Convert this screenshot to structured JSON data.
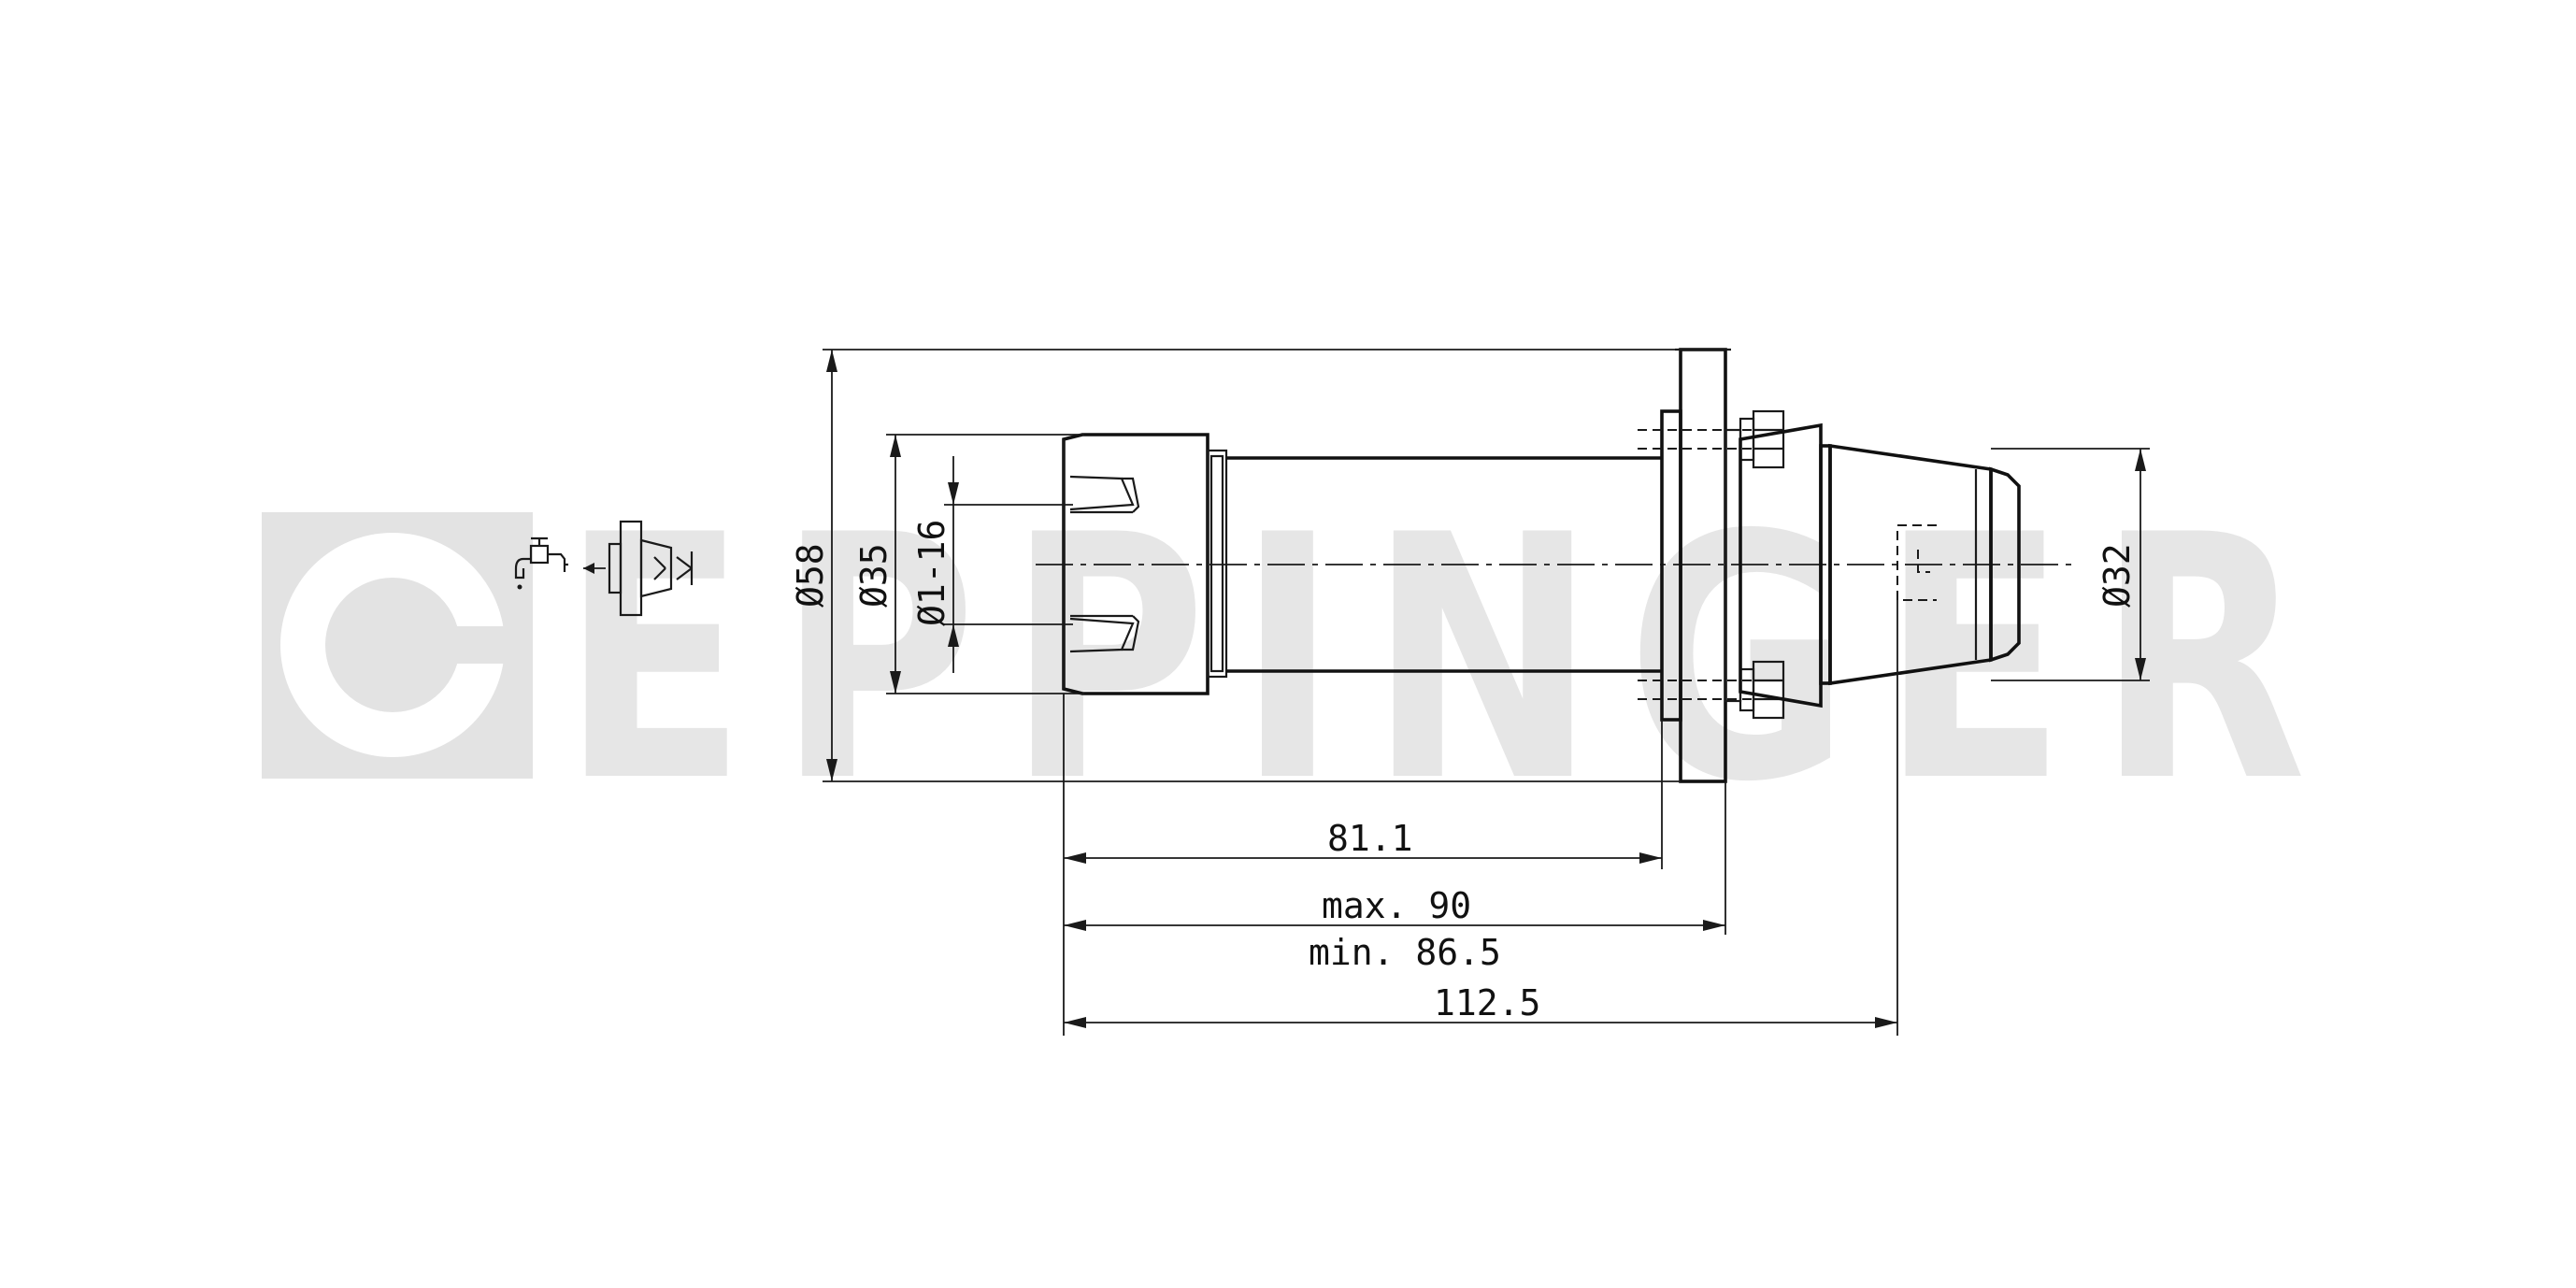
{
  "watermark": {
    "brand_text": "EPPINGER"
  },
  "dimensions": {
    "diameter_flange": "Ø58",
    "diameter_nut": "Ø35",
    "diameter_clamp_range": "Ø1-16",
    "diameter_shank": "Ø32",
    "length_body": "81.1",
    "length_max": "max. 90",
    "length_min": "min. 86.5",
    "length_total": "112.5"
  },
  "icons": {
    "coolant": "water-tap-icon",
    "collet": "collet-icon"
  },
  "colors": {
    "line": "#1a1a1a",
    "watermark": "#e3e3e3",
    "background": "#ffffff"
  }
}
